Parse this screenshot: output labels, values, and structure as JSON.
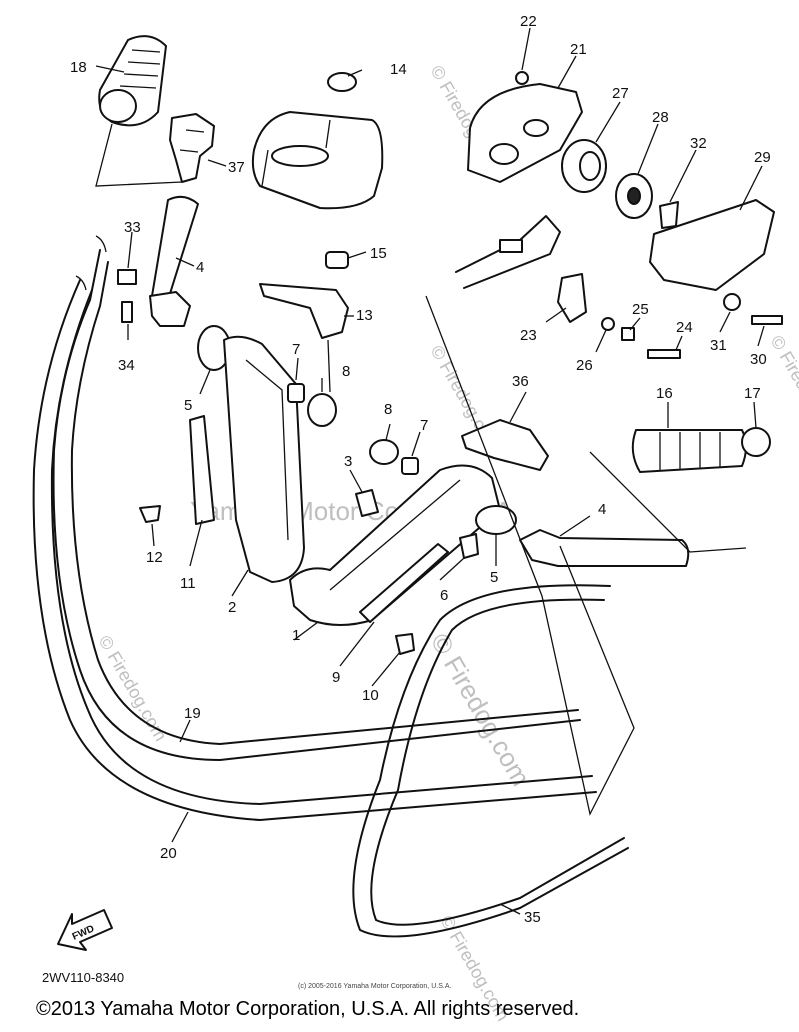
{
  "diagram": {
    "part_numbers": [
      "1",
      "2",
      "3",
      "4",
      "4",
      "5",
      "5",
      "6",
      "7",
      "7",
      "8",
      "8",
      "9",
      "10",
      "11",
      "12",
      "13",
      "14",
      "15",
      "16",
      "17",
      "18",
      "19",
      "20",
      "21",
      "22",
      "23",
      "24",
      "25",
      "26",
      "27",
      "28",
      "29",
      "30",
      "31",
      "32",
      "33",
      "34",
      "35",
      "36",
      "37"
    ],
    "drawing_code": "2WV110-8340",
    "fwd_label": "FWD",
    "small_copyright": "(c) 2005-2016 Yamaha Motor Corporation, U.S.A.",
    "watermarks": {
      "center": "Yamaha Motor Corp., U.S.A.",
      "firedog": "© Firedog.com",
      "firedog_short": "© Firedog.com"
    }
  },
  "footer": {
    "copyright": "©2013 Yamaha Motor Corporation, U.S.A. All rights reserved."
  }
}
